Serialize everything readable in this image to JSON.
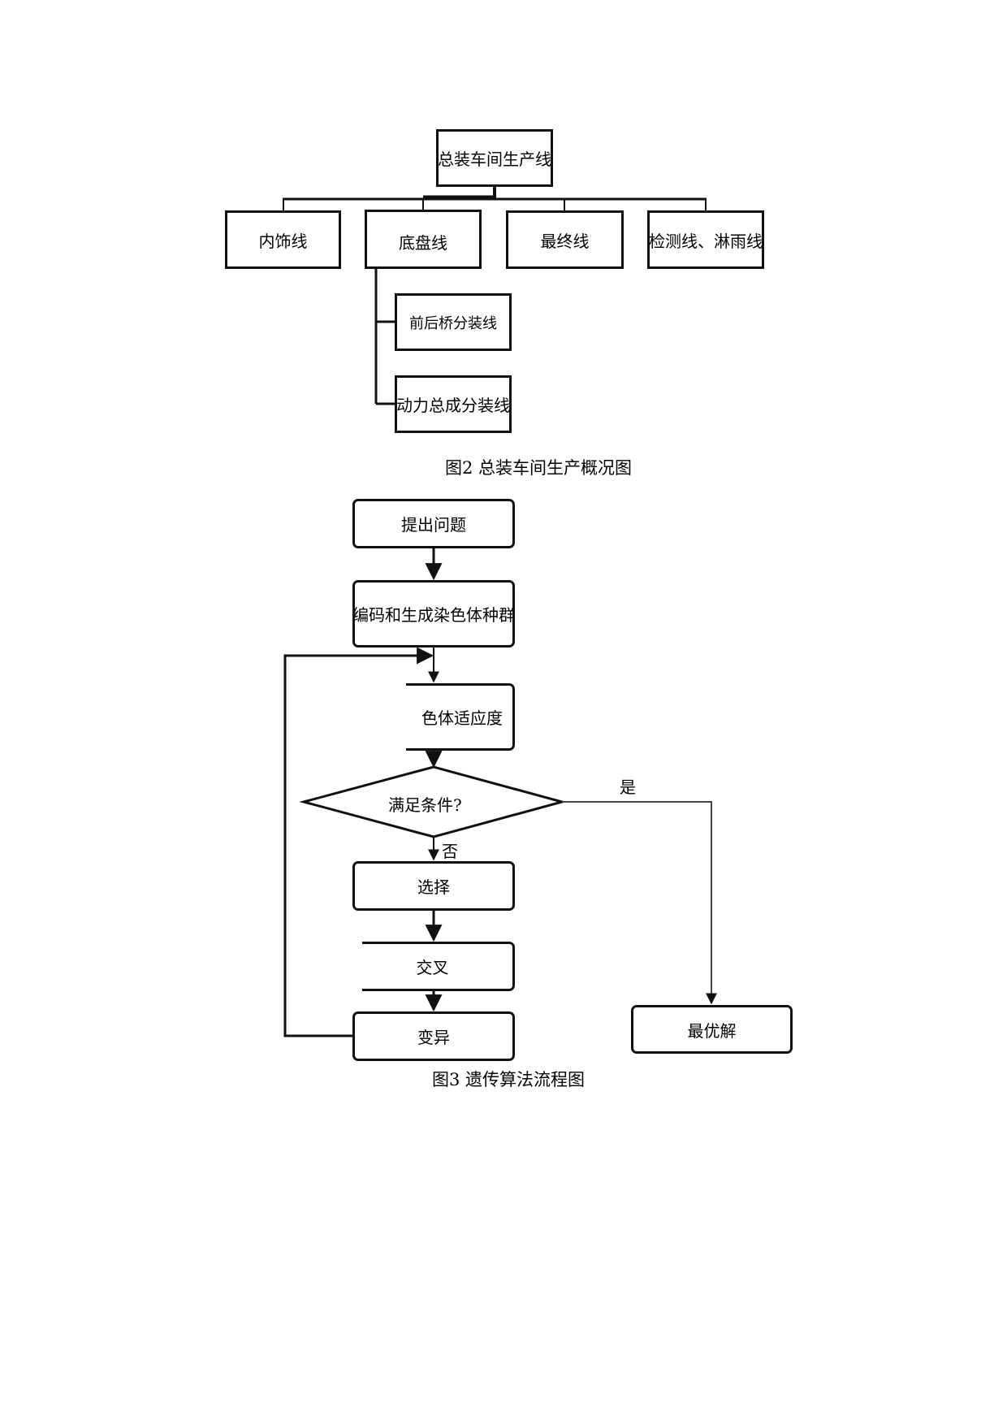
{
  "figure2": {
    "caption": "图2  总装车间生产概况图",
    "root": "总装车间生产线",
    "level2": [
      "内饰线",
      "底盘线",
      "最终线",
      "检测线、淋雨线"
    ],
    "chassis_children": [
      "前后桥分装线",
      "动力总成分装线"
    ]
  },
  "figure3": {
    "caption": "图3  遗传算法流程图",
    "steps": {
      "pose_problem": "提出问题",
      "encode": "编码和生成染色体种群",
      "fitness": "色体适应度",
      "decision": "满足条件?",
      "select": "选择",
      "crossover": "交叉",
      "mutation": "变异",
      "optimal": "最优解"
    },
    "branch_labels": {
      "yes": "是",
      "no": "否"
    }
  }
}
